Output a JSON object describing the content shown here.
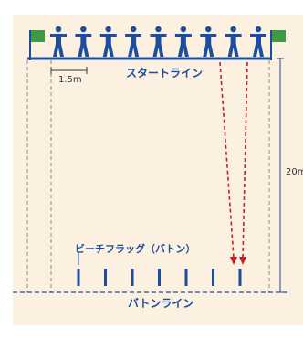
{
  "labels": {
    "start_line": "スタートライン",
    "baton_line": "バトンライン",
    "beach_flag": "ビーチフラッグ（バトン）",
    "gap": "1.5m",
    "distance": "20m"
  },
  "counts": {
    "competitors": 9,
    "batons": 7
  },
  "colors": {
    "background": "#fcf1e1",
    "line_blue": "#1c4d9e",
    "flag_green": "#3f9a46",
    "arrow_red": "#c42127",
    "guide_gray": "#8a8a8a"
  }
}
